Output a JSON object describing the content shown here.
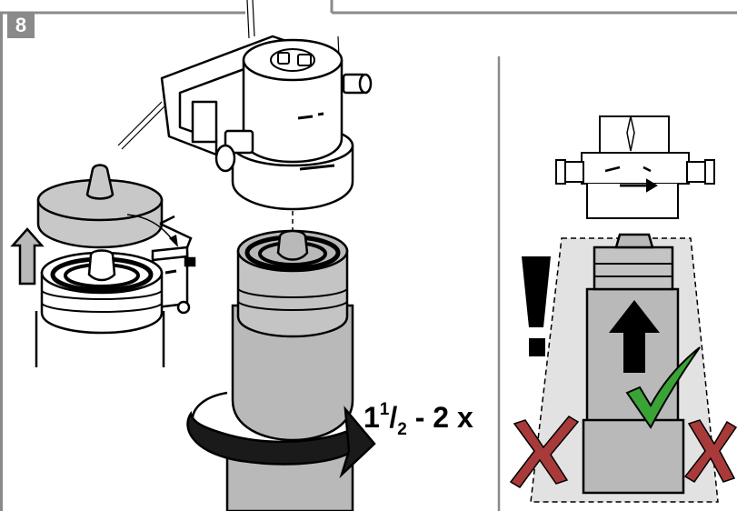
{
  "step": {
    "number": "8"
  },
  "rotation": {
    "whole": "1",
    "numerator": "1",
    "slash": "/",
    "denominator": "2",
    "suffix": " - 2 x"
  },
  "colors": {
    "frame_gray": "#8a8a8a",
    "cartridge_gray": "#b9b9b9",
    "check_green": "#3aa335",
    "cross_red": "#a93a3a",
    "ghost_gray": "#d9d9d9"
  },
  "icons": {
    "warning": "exclamation-mark-icon",
    "correct": "check-mark-icon",
    "wrong": "cross-mark-icon",
    "direction": "arrow-up-icon",
    "disposal": "trash-bin-icon",
    "rotation": "rotation-arrow-icon"
  }
}
